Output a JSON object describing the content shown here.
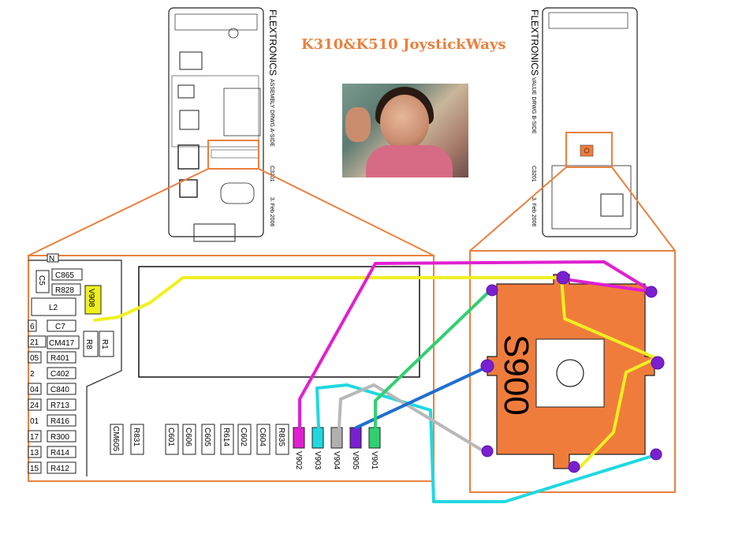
{
  "title": "K310&K510 JoystickWays",
  "left_board": {
    "brand": "FLEXTRONICS",
    "drawing": "ASSEMBLY DRWG A-SIDE",
    "code": "C3201",
    "date": "3. Feb 2006"
  },
  "right_board": {
    "brand": "FLEXTRONICS",
    "drawing": "VALUE DRWG B-SIDE",
    "code": "C3201",
    "date": "3. Feb 2006"
  },
  "switch_label": "S900",
  "components": {
    "n": "N",
    "c865": "C865",
    "c5": "C5",
    "r828": "R828",
    "v908": "V908",
    "l2": "L2",
    "c7": "C7",
    "r1": "R1",
    "r8": "R8",
    "cm417": "CM417",
    "r401": "R401",
    "c402": "C402",
    "c840": "C840",
    "r713": "R713",
    "r416": "R416",
    "r300": "R300",
    "r414": "R414",
    "r412": "R412",
    "cm605": "CM605",
    "r831": "R831",
    "c601": "C601",
    "c606": "C606",
    "c605": "C605",
    "r614": "R614",
    "c602": "C602",
    "c604": "C604",
    "r835": "R835",
    "e6": "6",
    "e21": "21",
    "e05": "05",
    "e_2": "2",
    "e04": "04",
    "e24": "24",
    "e01": "01",
    "e17": "17",
    "e13": "13",
    "e15": "15"
  },
  "pads": [
    {
      "label": "V902",
      "color": "#e020d0"
    },
    {
      "label": "V903",
      "color": "#20d8e0"
    },
    {
      "label": "V904",
      "color": "#b0b0b0"
    },
    {
      "label": "V905",
      "color": "#7a20d0"
    },
    {
      "label": "V901",
      "color": "#30d070"
    }
  ],
  "colors": {
    "accent": "#e9813f",
    "switch_fill": "#f07c3c",
    "magenta": "#e020d0",
    "cyan": "#20d8e0",
    "gray": "#b8b8b8",
    "blue": "#1f6fd0",
    "green": "#30d070",
    "yellow": "#f0f020",
    "dot": "#7a20d0"
  }
}
